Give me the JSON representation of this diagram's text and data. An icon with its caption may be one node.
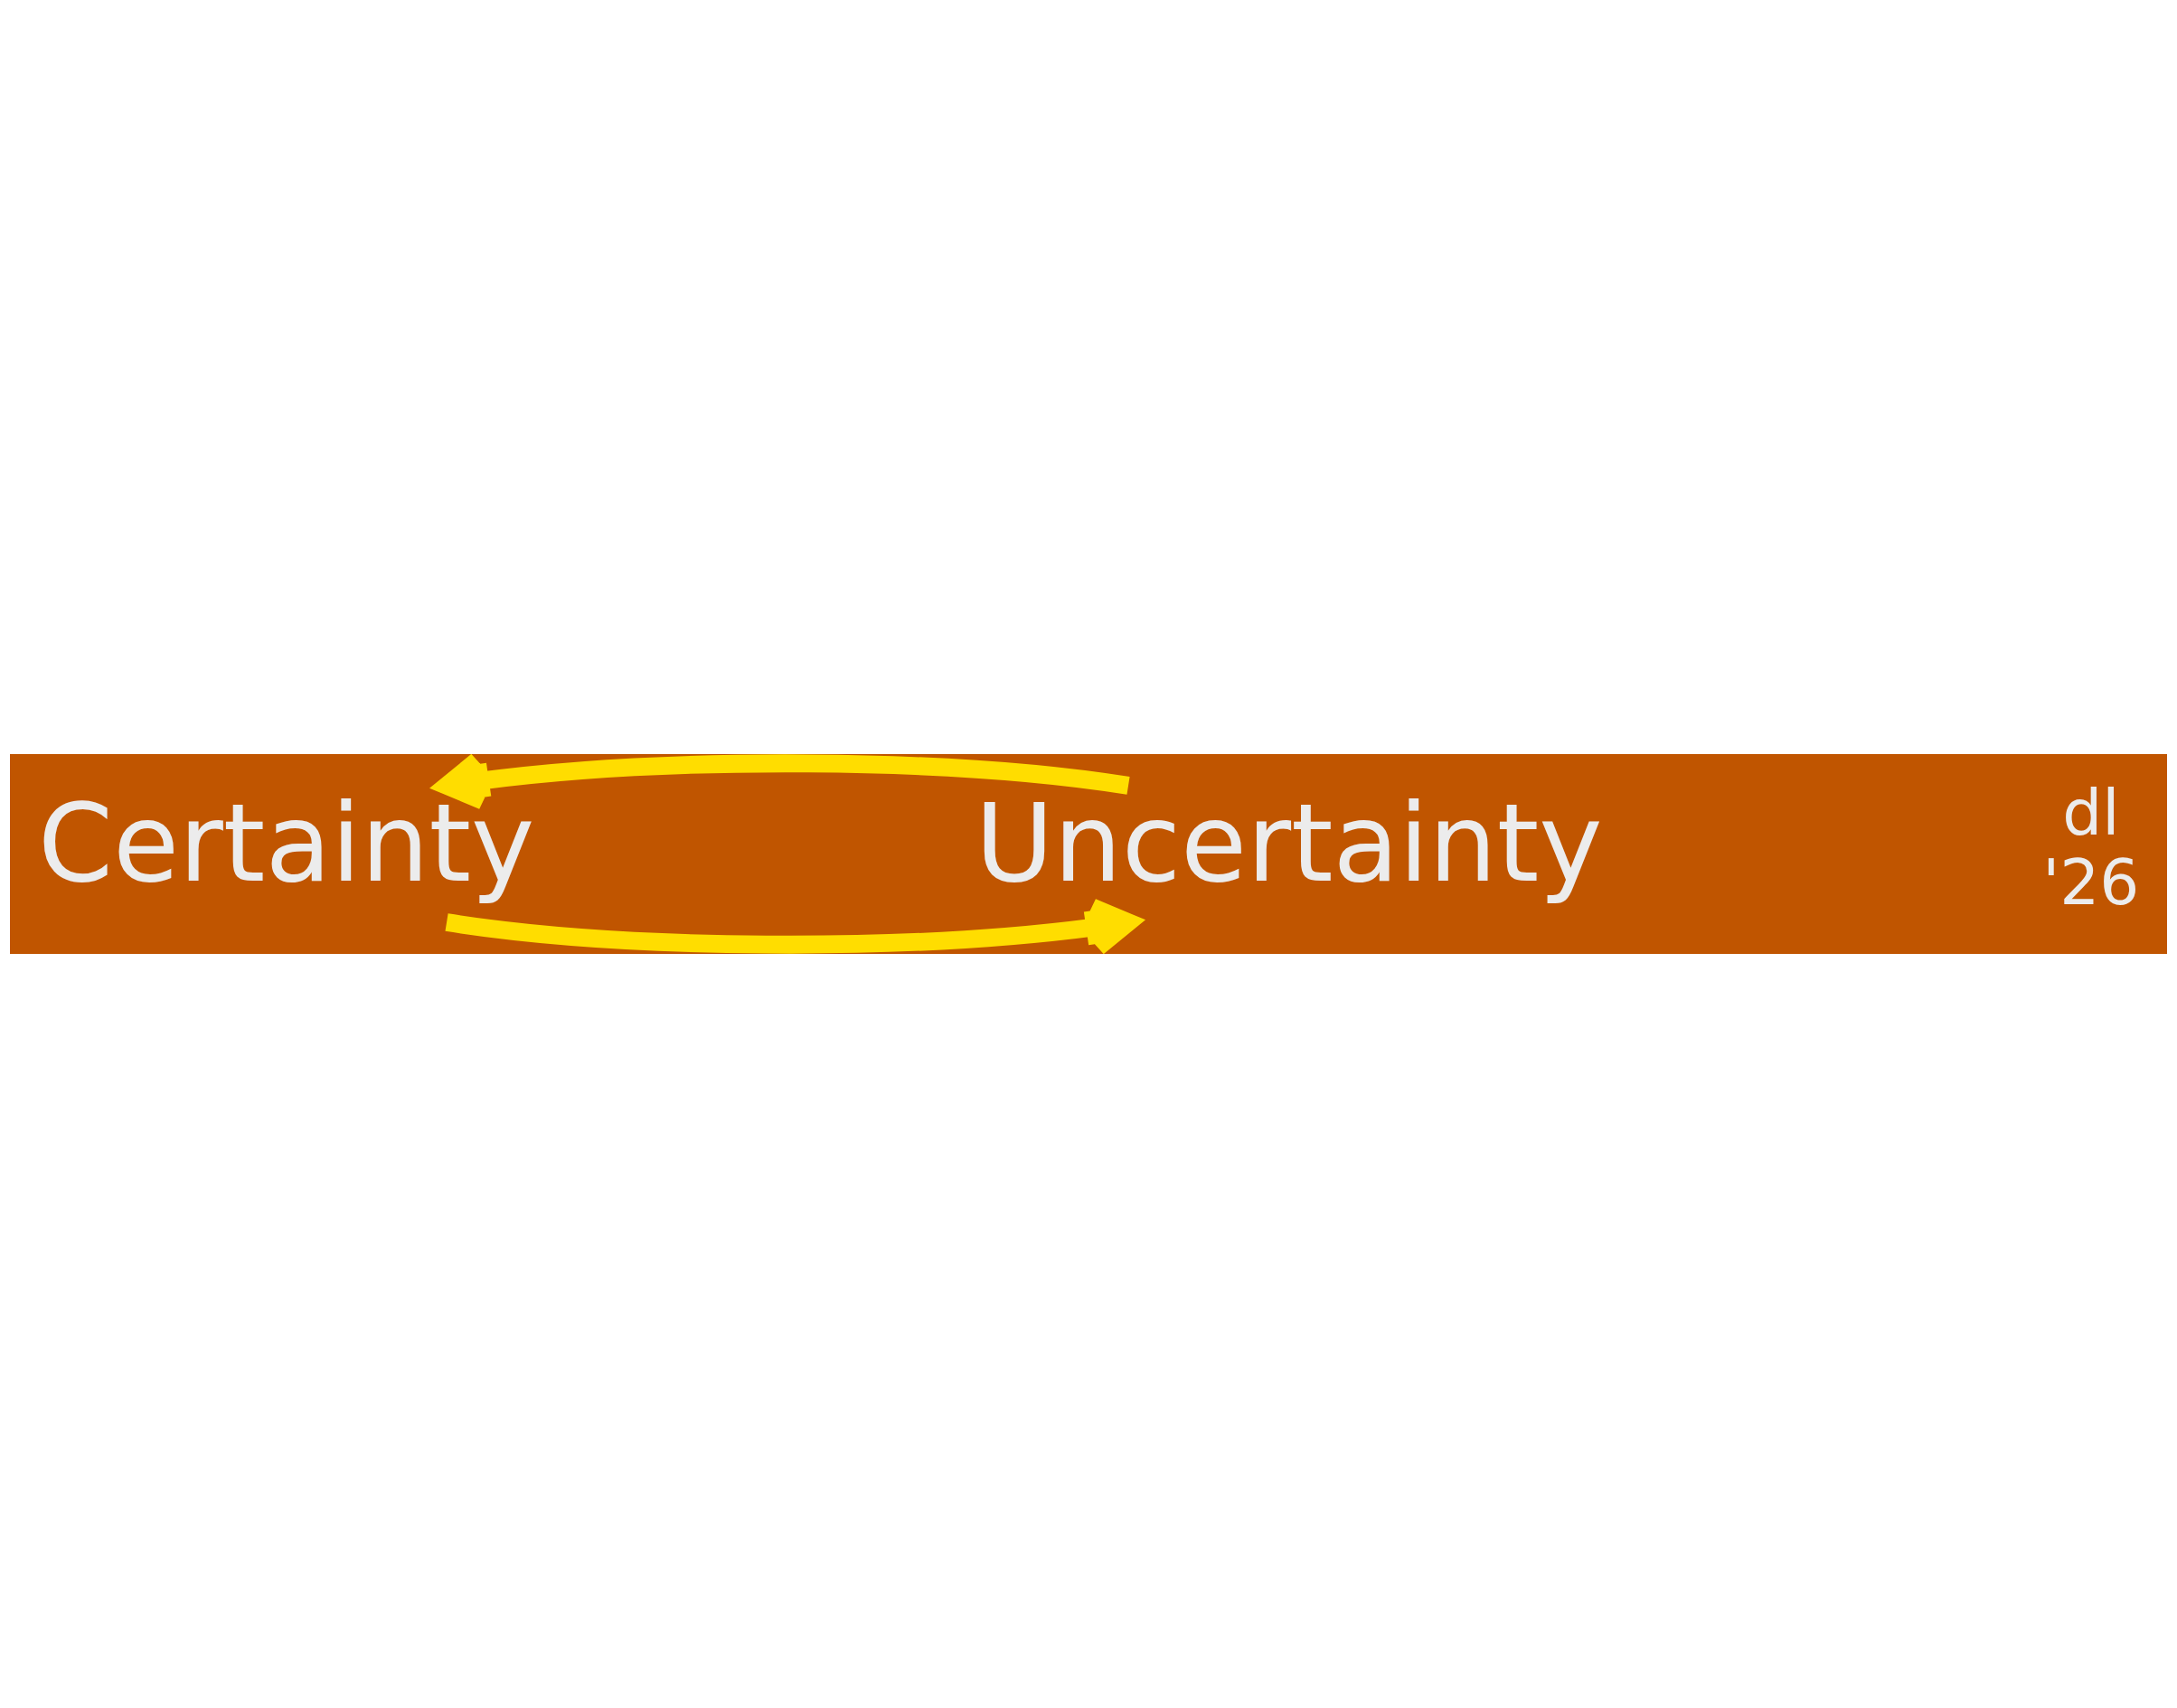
{
  "diagram": {
    "nodes": [
      {
        "text": [
          "Certainty"
        ]
      },
      {
        "text": [
          "Uncertainty"
        ]
      }
    ],
    "edges": [
      {
        "from": 0,
        "to": 1,
        "arrow": "to"
      },
      {
        "from": 1,
        "to": 0,
        "arrow": "to"
      }
    ],
    "labels": [
      "dl",
      "'26"
    ]
  }
}
